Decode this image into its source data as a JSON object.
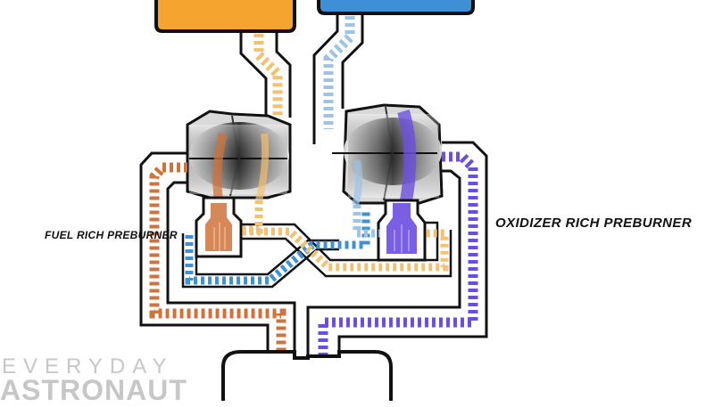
{
  "labels": {
    "fuel_rich": "FUEL RICH PREBURNER",
    "oxidizer_rich": "OXIDIZER RICH PREBURNER"
  },
  "watermark": {
    "line1": "EVERYDAY",
    "line2": "ASTRONAUT"
  },
  "colors": {
    "fuel_tank": "#f5a430",
    "ox_tank": "#3d8fd6",
    "fuel_light": "#f4c171",
    "ox_light": "#9dc3e6",
    "fuel_blue": "#3d92d6",
    "fuel_rich_gas": "#d0733b",
    "ox_rich_gas": "#6b4de0",
    "outline": "#111111"
  }
}
